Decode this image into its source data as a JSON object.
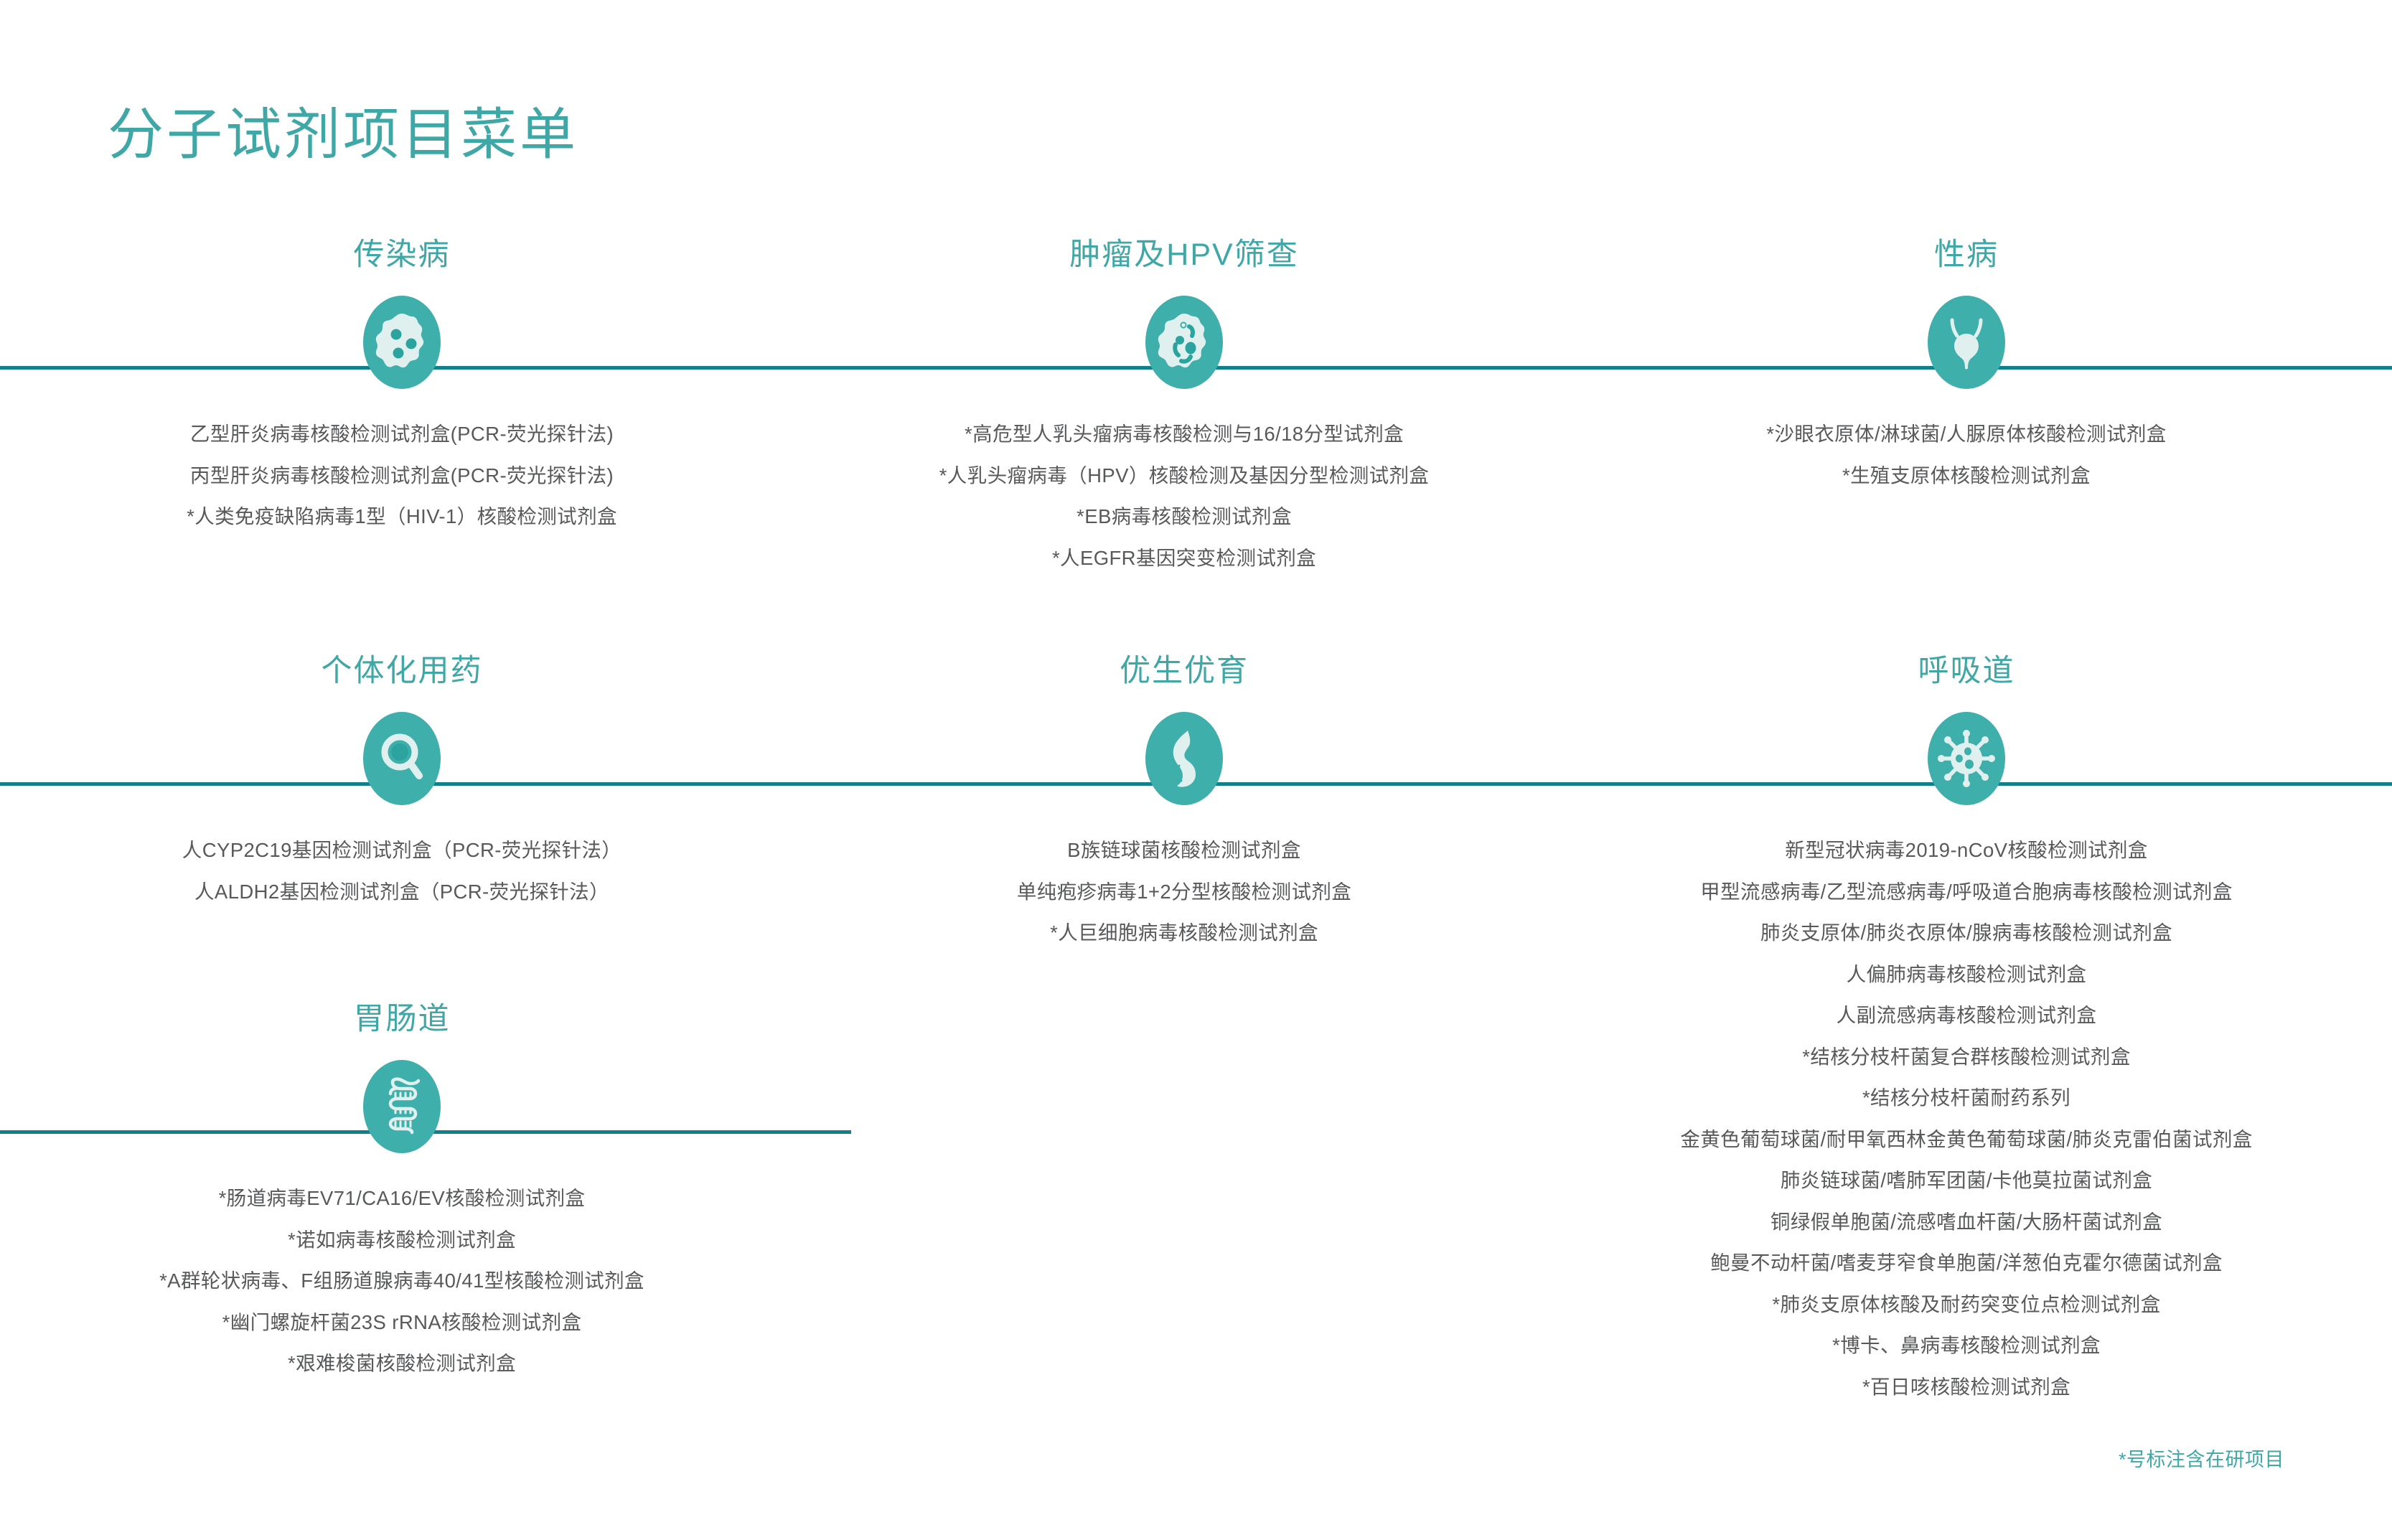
{
  "page": {
    "title": "分子试剂项目菜单",
    "footer_note": "*号标注含在研项目",
    "colors": {
      "accent_teal": "#3FA8A6",
      "icon_fill": "#3FAFAC",
      "icon_glyph": "#DFF0EE",
      "divider": "#12808A",
      "body_text": "#58595B"
    }
  },
  "sections": [
    {
      "title": "传染病",
      "icon": "germ-cell-icon",
      "items": [
        "乙型肝炎病毒核酸检测试剂盒(PCR-荧光探针法)",
        "丙型肝炎病毒核酸检测试剂盒(PCR-荧光探针法)",
        "*人类免疫缺陷病毒1型（HIV-1）核酸检测试剂盒"
      ]
    },
    {
      "title": "肿瘤及HPV筛查",
      "icon": "tumor-cell-icon",
      "items": [
        "*高危型人乳头瘤病毒核酸检测与16/18分型试剂盒",
        "*人乳头瘤病毒（HPV）核酸检测及基因分型检测试剂盒",
        "*EB病毒核酸检测试剂盒",
        "*人EGFR基因突变检测试剂盒"
      ]
    },
    {
      "title": "性病",
      "icon": "bladder-icon",
      "items": [
        "*沙眼衣原体/淋球菌/人脲原体核酸检测试剂盒",
        "*生殖支原体核酸检测试剂盒"
      ]
    },
    {
      "title": "个体化用药",
      "icon": "magnifier-icon",
      "items": [
        "人CYP2C19基因检测试剂盒（PCR-荧光探针法）",
        "人ALDH2基因检测试剂盒（PCR-荧光探针法）"
      ]
    },
    {
      "title": "优生优育",
      "icon": "pregnant-woman-icon",
      "items": [
        "B族链球菌核酸检测试剂盒",
        "单纯疱疹病毒1+2分型核酸检测试剂盒",
        "*人巨细胞病毒核酸检测试剂盒"
      ]
    },
    {
      "title": "呼吸道",
      "icon": "coronavirus-icon",
      "items": [
        "新型冠状病毒2019-nCoV核酸检测试剂盒",
        "甲型流感病毒/乙型流感病毒/呼吸道合胞病毒核酸检测试剂盒",
        "肺炎支原体/肺炎衣原体/腺病毒核酸检测试剂盒",
        "人偏肺病毒核酸检测试剂盒",
        "人副流感病毒核酸检测试剂盒",
        "*结核分枝杆菌复合群核酸检测试剂盒",
        "*结核分枝杆菌耐药系列",
        "金黄色葡萄球菌/耐甲氧西林金黄色葡萄球菌/肺炎克雷伯菌试剂盒",
        "肺炎链球菌/嗜肺军团菌/卡他莫拉菌试剂盒",
        "铜绿假单胞菌/流感嗜血杆菌/大肠杆菌试剂盒",
        "鲍曼不动杆菌/嗜麦芽窄食单胞菌/洋葱伯克霍尔德菌试剂盒",
        "*肺炎支原体核酸及耐药突变位点检测试剂盒",
        "*博卡、鼻病毒核酸检测试剂盒",
        "*百日咳核酸检测试剂盒"
      ]
    },
    {
      "title": "胃肠道",
      "icon": "intestine-icon",
      "items": [
        "*肠道病毒EV71/CA16/EV核酸检测试剂盒",
        "*诺如病毒核酸检测试剂盒",
        "*A群轮状病毒、F组肠道腺病毒40/41型核酸检测试剂盒",
        "*幽门螺旋杆菌23S rRNA核酸检测试剂盒",
        "*艰难梭菌核酸检测试剂盒"
      ]
    }
  ]
}
